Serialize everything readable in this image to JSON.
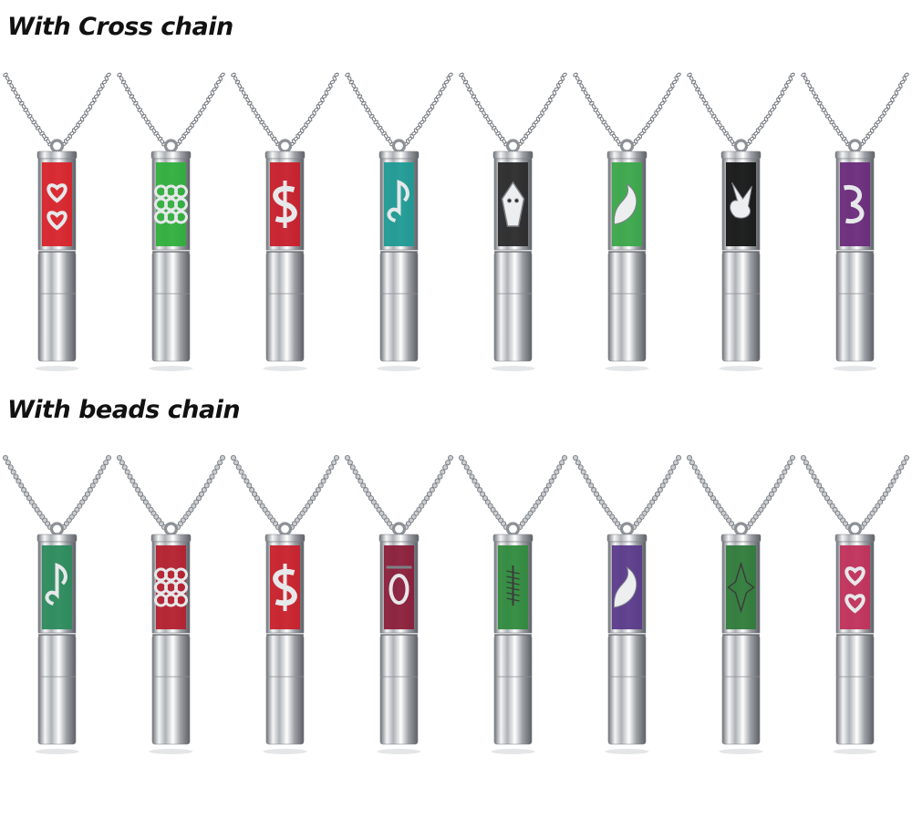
{
  "sections": [
    {
      "title": "With Cross chain",
      "chain": "cross",
      "pendants": [
        {
          "insert_color": "#d8232b",
          "motif": "heart-lattice-icon"
        },
        {
          "insert_color": "#2fae3c",
          "motif": "knot-lattice-icon"
        },
        {
          "insert_color": "#c61f2a",
          "motif": "dollar-sign-icon"
        },
        {
          "insert_color": "#1f9a94",
          "motif": "music-note-icon"
        },
        {
          "insert_color": "#2a2a2a",
          "motif": "tribal-mask-icon"
        },
        {
          "insert_color": "#3aa64a",
          "motif": "yin-yang-pair-icon"
        },
        {
          "insert_color": "#161616",
          "motif": "bunny-head-icon"
        },
        {
          "insert_color": "#6a2a7a",
          "motif": "swirl-hearts-icon"
        }
      ]
    },
    {
      "title": "With beads chain",
      "chain": "beads",
      "pendants": [
        {
          "insert_color": "#2b8a5c",
          "motif": "music-note-icon"
        },
        {
          "insert_color": "#b3202e",
          "motif": "floral-lattice-icon"
        },
        {
          "insert_color": "#c8202a",
          "motif": "dollar-sign-icon"
        },
        {
          "insert_color": "#8a1e3a",
          "motif": "ring-bar-icon"
        },
        {
          "insert_color": "#2f8a3c",
          "motif": "fish-skeleton-icon"
        },
        {
          "insert_color": "#5a3a8a",
          "motif": "dancers-icon"
        },
        {
          "insert_color": "#2f7a3a",
          "motif": "cross-leaf-icon"
        },
        {
          "insert_color": "#c0305a",
          "motif": "heart-scroll-icon"
        }
      ]
    }
  ]
}
